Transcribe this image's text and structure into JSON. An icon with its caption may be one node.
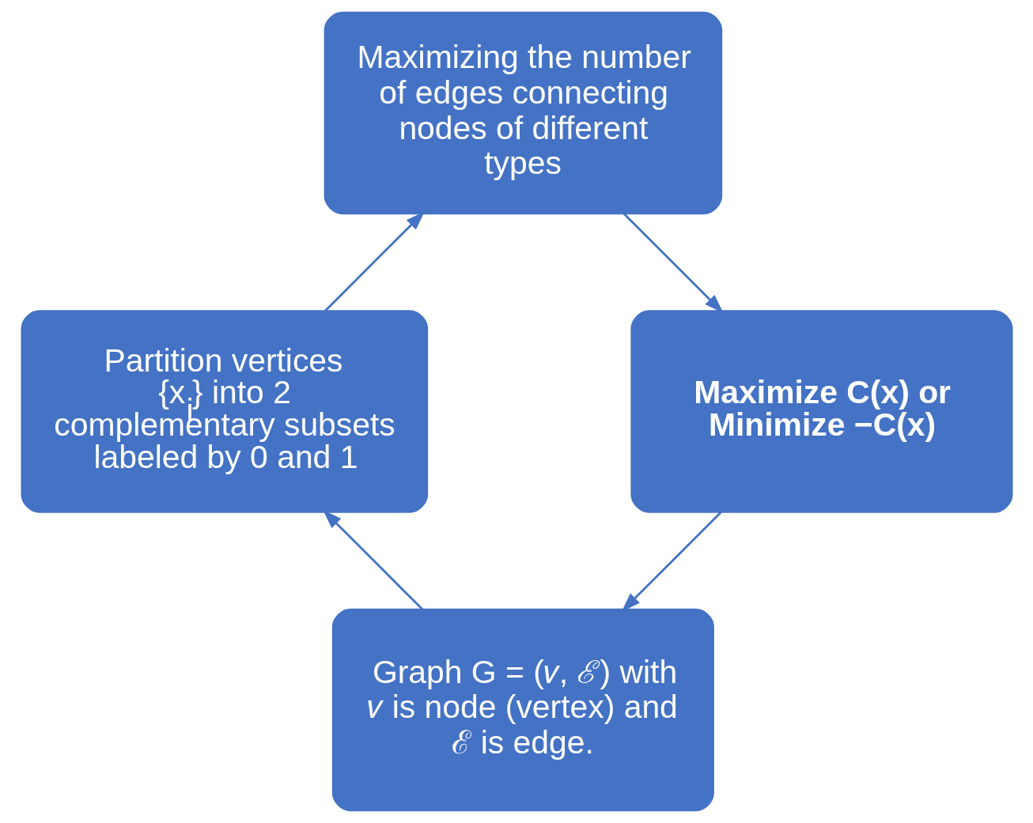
{
  "diagram": {
    "nodes": [
      {
        "text": [
          "Graph G = (𝑣, ℰ) with 𝑣 is node (vertex) and ℰ is edge."
        ]
      },
      {
        "text": [
          "Partition vertices {x$_{i}$} into 2 complementary subsets labeled by 0 and 1"
        ]
      },
      {
        "text": [
          "Maximizing the number of edges connecting nodes of different types"
        ]
      },
      {
        "text": [
          "Maximize C(x) or Minimize −C(x)"
        ]
      }
    ],
    "edges": [
      {
        "from": 0,
        "to": 1,
        "arrow": "to"
      },
      {
        "from": 1,
        "to": 2,
        "arrow": "to"
      },
      {
        "from": 2,
        "to": 3,
        "arrow": "to"
      },
      {
        "from": 3,
        "to": 0,
        "arrow": "to"
      }
    ]
  }
}
